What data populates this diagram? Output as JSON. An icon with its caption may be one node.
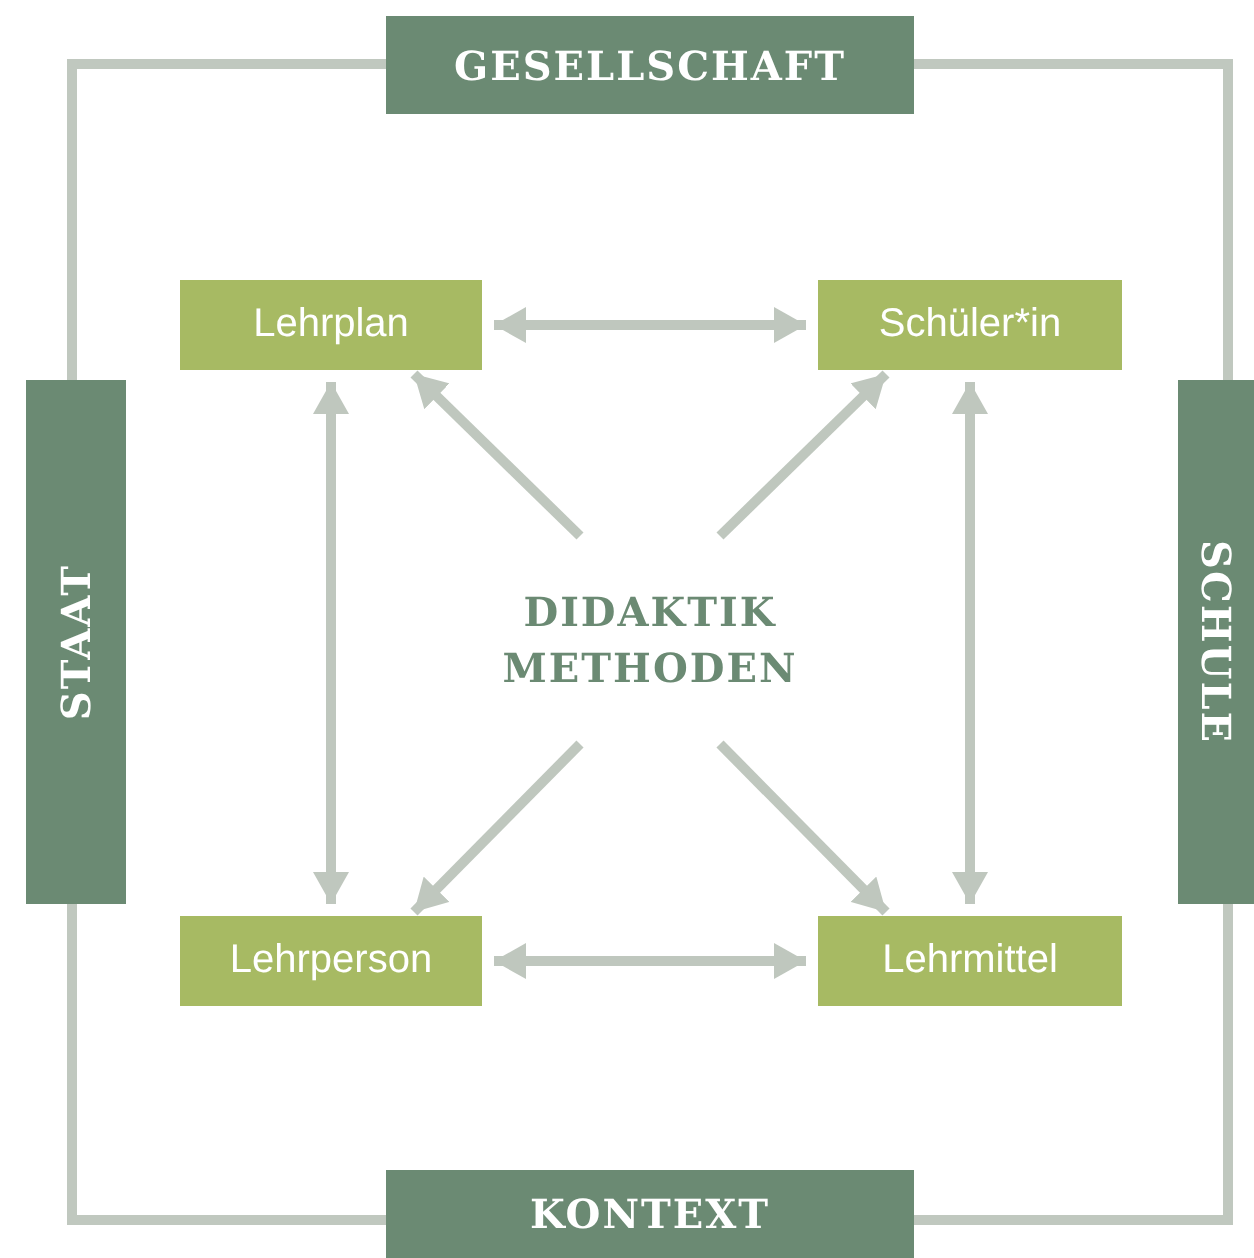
{
  "diagram": {
    "nodes": [
      {
        "text": [
          "GESELLSCHAFT"
        ]
      },
      {
        "text": [
          "STAAT"
        ]
      },
      {
        "text": [
          "Lehrplan"
        ]
      },
      {
        "text": [
          "Schüler*in"
        ]
      },
      {
        "text": [
          "DIDAKTIK METHODEN"
        ]
      },
      {
        "text": [
          "SCHULE"
        ]
      },
      {
        "text": [
          "Lehrperson"
        ]
      },
      {
        "text": [
          "Lehrmittel"
        ]
      },
      {
        "text": [
          "KONTEXT"
        ]
      }
    ],
    "edges": [
      {
        "from": 2,
        "to": 3,
        "arrow": "both"
      },
      {
        "from": 2,
        "to": 6,
        "arrow": "both"
      },
      {
        "from": 3,
        "to": 7,
        "arrow": "both"
      },
      {
        "from": 6,
        "to": 7,
        "arrow": "both"
      },
      {
        "from": 4,
        "to": 2,
        "arrow": "to"
      },
      {
        "from": 4,
        "to": 3,
        "arrow": "to"
      },
      {
        "from": 4,
        "to": 6,
        "arrow": "to"
      },
      {
        "from": 4,
        "to": 7,
        "arrow": "to"
      }
    ]
  }
}
